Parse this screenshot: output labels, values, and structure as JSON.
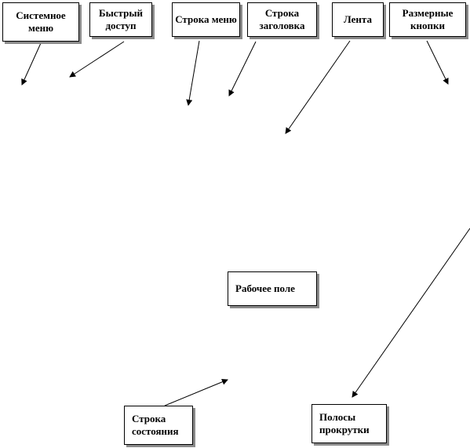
{
  "colors": {
    "line": "#000000",
    "box_border": "#000000",
    "box_shadow": "#8a8a8a",
    "background": "#ffffff"
  },
  "labels": {
    "system_menu": "Системное меню",
    "quick_access": "Быстрый доступ",
    "menu_bar": "Строка меню",
    "title_bar": "Строка заголовка",
    "ribbon": "Лента",
    "size_buttons": "Размерные кнопки",
    "work_area": "Рабочее поле",
    "status_bar": "Строка состояния",
    "scrollbars": "Полосы прокрутки"
  }
}
